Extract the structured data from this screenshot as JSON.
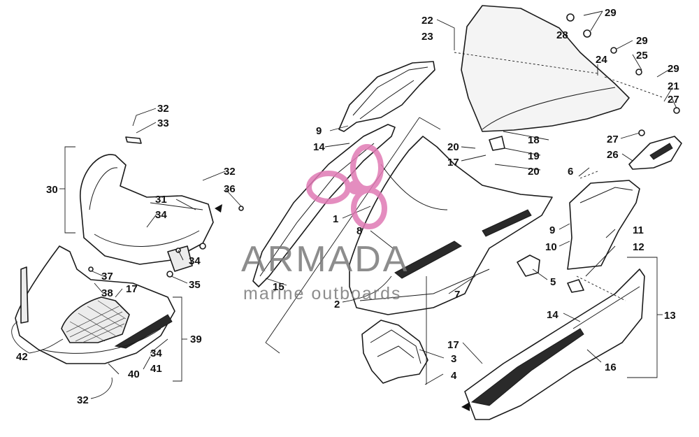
{
  "watermark": {
    "brand": "ARMADA",
    "tagline": "marine outboards",
    "color": "#7a7a7a",
    "logo_color": "#e07ab4"
  },
  "callouts": [
    "1",
    "2",
    "3",
    "4",
    "5",
    "6",
    "7",
    "8",
    "9",
    "9",
    "10",
    "11",
    "12",
    "13",
    "14",
    "14",
    "15",
    "16",
    "17",
    "17",
    "17",
    "18",
    "19",
    "20",
    "20",
    "21",
    "22",
    "23",
    "24",
    "25",
    "26",
    "27",
    "27",
    "28",
    "29",
    "29",
    "29",
    "30",
    "31",
    "32",
    "32",
    "32",
    "33",
    "34",
    "34",
    "34",
    "35",
    "36",
    "37",
    "38",
    "39",
    "40",
    "41",
    "42"
  ]
}
